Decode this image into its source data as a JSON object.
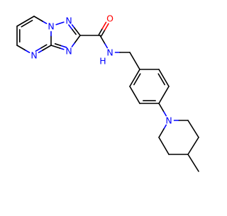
{
  "molecule": {
    "atom_labels": {
      "n1": "N",
      "n2": "N",
      "n3": "N",
      "n4": "N",
      "n5": "N",
      "o": "O",
      "nh_n": "N",
      "nh_h": "H",
      "n6": "N"
    },
    "colors": {
      "carbon_bond": "#000000",
      "nitrogen": "#0000ff",
      "oxygen": "#ff0000"
    }
  }
}
